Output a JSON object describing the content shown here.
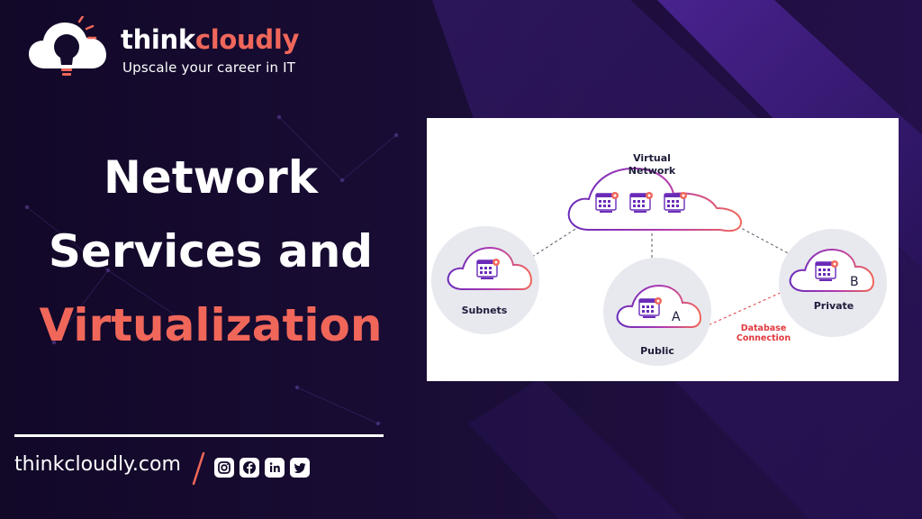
{
  "brand": {
    "name_part1": "think",
    "name_part2": "cloudly",
    "tagline": "Upscale your career in IT"
  },
  "headline": {
    "line1": "Network",
    "line2": "Services and",
    "line3": "Virtualization"
  },
  "footer": {
    "website": "thinkcloudly.com",
    "social_icons": [
      "instagram-icon",
      "facebook-icon",
      "linkedin-icon",
      "twitter-icon"
    ]
  },
  "diagram": {
    "virtual_network_line1": "Virtual",
    "virtual_network_line2": "Network",
    "subnets": "Subnets",
    "public": "Public",
    "private": "Private",
    "letter_a": "A",
    "letter_b": "B",
    "db_connection_line1": "Database",
    "db_connection_line2": "Connection"
  },
  "colors": {
    "background": "#140a2c",
    "accent_coral": "#f0675a",
    "accent_purple": "#6a2bb8",
    "text_white": "#ffffff"
  }
}
